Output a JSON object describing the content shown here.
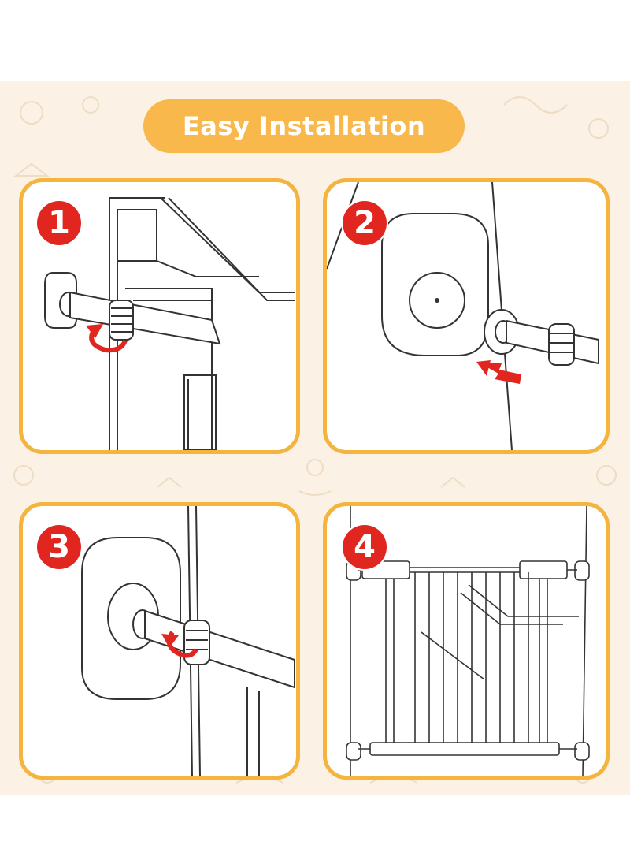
{
  "title": "Easy Installation",
  "steps": [
    {
      "number": "1"
    },
    {
      "number": "2"
    },
    {
      "number": "3"
    },
    {
      "number": "4"
    }
  ],
  "colors": {
    "background": "#fbf1e4",
    "accent": "#f5b43d",
    "title_pill": "#f8b84c",
    "badge": "#e1261f",
    "arrow": "#e1261f",
    "line_art": "#333333"
  }
}
